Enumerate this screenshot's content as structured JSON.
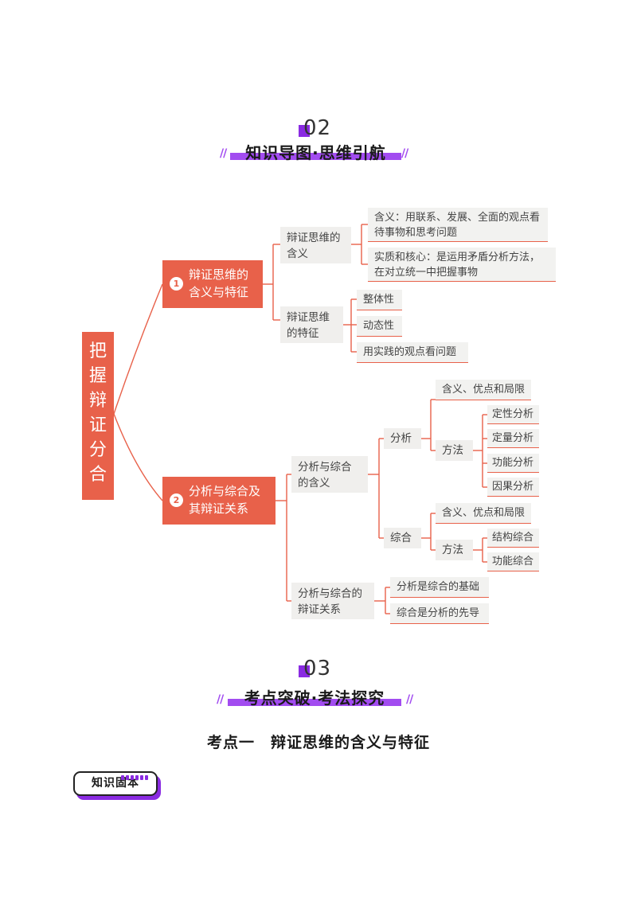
{
  "section2": {
    "number": "02",
    "title": "知识导图·思维引航"
  },
  "mindmap": {
    "root": [
      "把",
      "握",
      "辩",
      "证",
      "分",
      "合"
    ],
    "branch1": {
      "index": "1",
      "label": "辩证思维的含义与特征",
      "meaning": {
        "label": "辩证思维的含义",
        "items": [
          "含义：用联系、发展、全面的观点看待事物和思考问题",
          "实质和核心：是运用矛盾分析方法，在对立统一中把握事物"
        ]
      },
      "features": {
        "label": "辩证思维的特征",
        "items": [
          "整体性",
          "动态性",
          "用实践的观点看问题"
        ]
      }
    },
    "branch2": {
      "index": "2",
      "label": "分析与综合及其辩证关系",
      "meaning": {
        "label": "分析与综合的含义",
        "analysis": {
          "label": "分析",
          "item": "含义、优点和局限",
          "method": {
            "label": "方法",
            "items": [
              "定性分析",
              "定量分析",
              "功能分析",
              "因果分析"
            ]
          }
        },
        "synthesis": {
          "label": "综合",
          "item": "含义、优点和局限",
          "method": {
            "label": "方法",
            "items": [
              "结构综合",
              "功能综合"
            ]
          }
        }
      },
      "relation": {
        "label": "分析与综合的辩证关系",
        "items": [
          "分析是综合的基础",
          "综合是分析的先导"
        ]
      }
    }
  },
  "section3": {
    "number": "03",
    "title": "考点突破·考法探究"
  },
  "topic": "考点一　辩证思维的含义与特征",
  "badge": "知识固本"
}
